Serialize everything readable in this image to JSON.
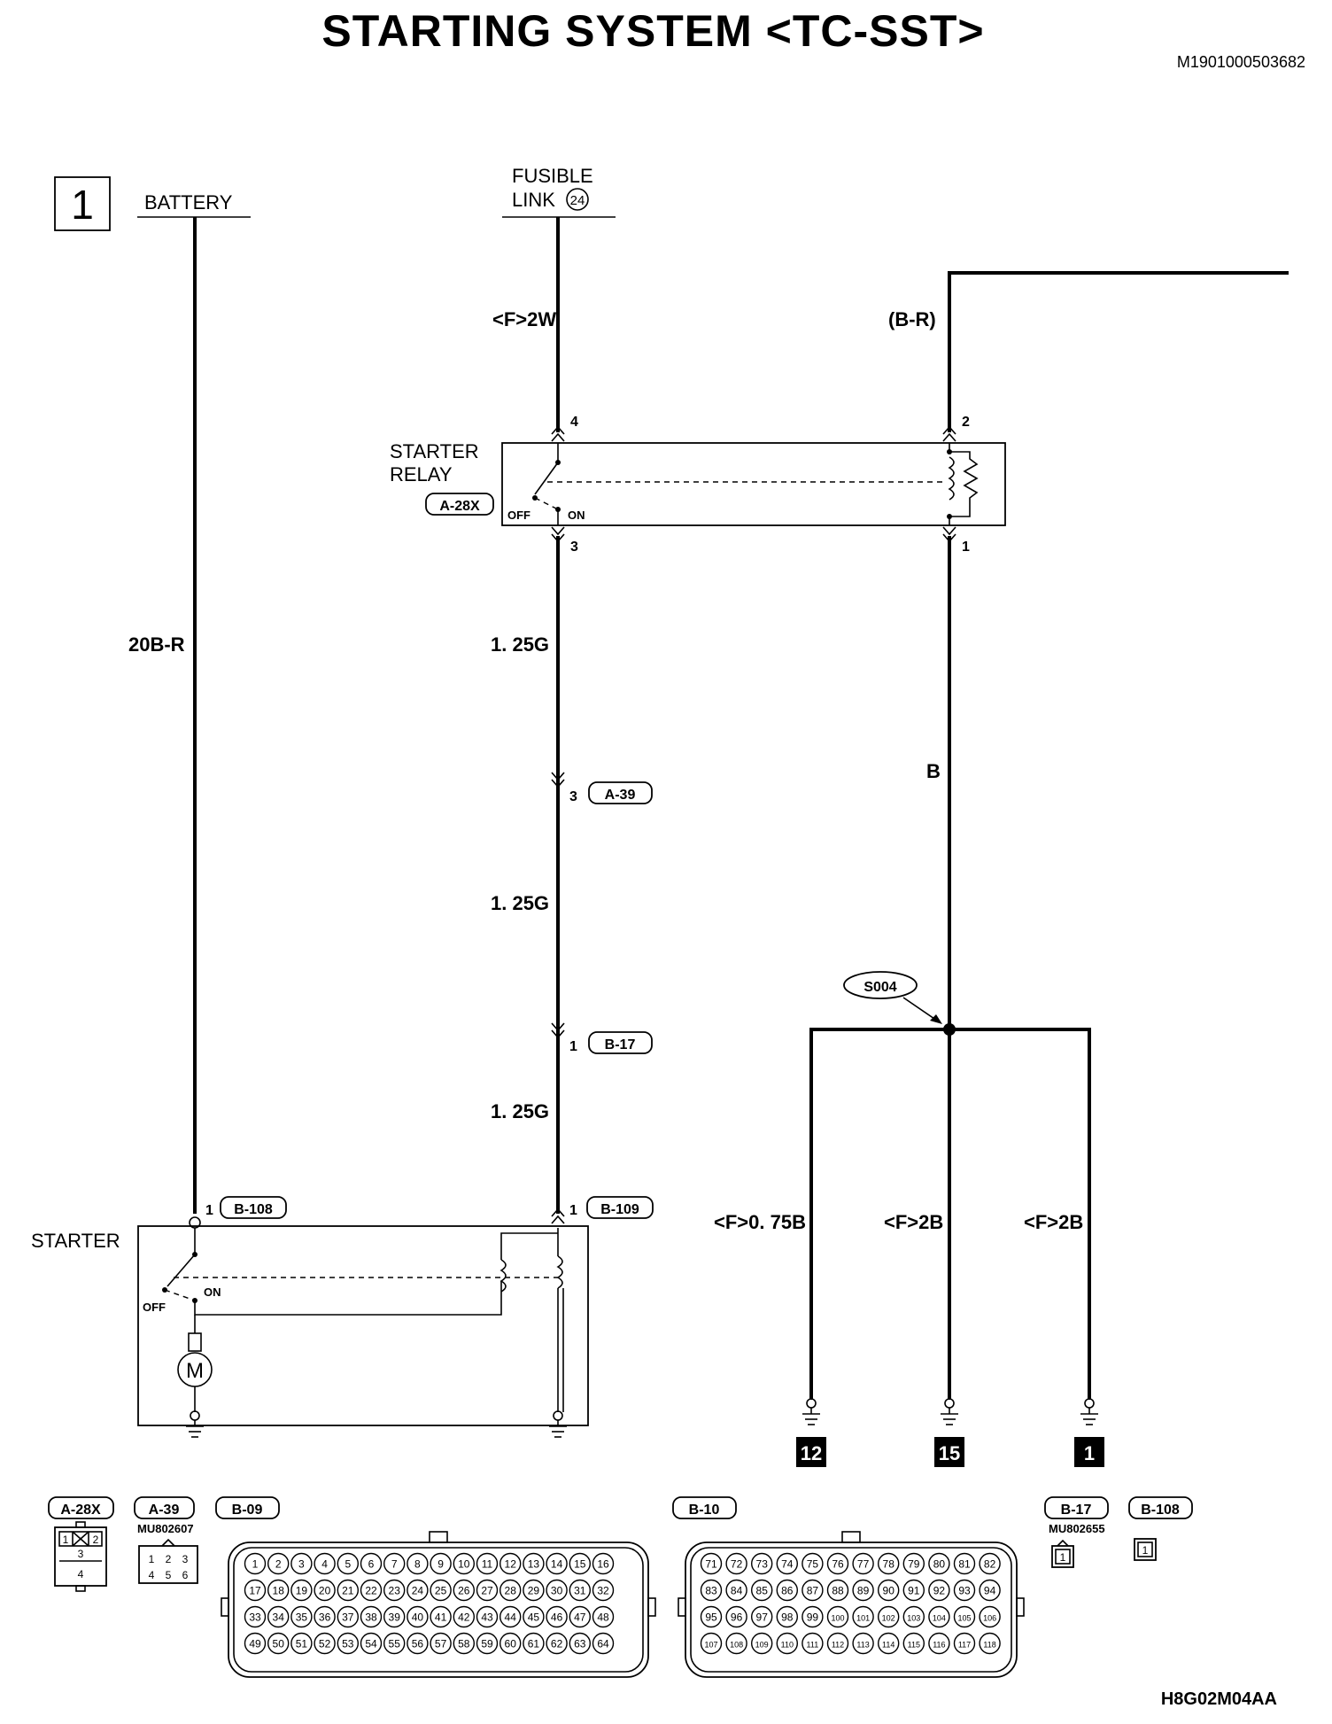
{
  "title": "STARTING SYSTEM <TC-SST>",
  "doc_id": "M1901000503682",
  "figure_id": "H8G02M04AA",
  "sheet_number": "1",
  "sources": {
    "battery": "BATTERY",
    "fusible_link": "FUSIBLE",
    "fusible_link_2": "LINK",
    "fusible_link_num": "24"
  },
  "wires": {
    "w_fusible": "<F>2W",
    "w_relay_feed": "(B-R)",
    "w_battery": "20B-R",
    "w_g1": "1. 25G",
    "w_g2": "1. 25G",
    "w_g3": "1. 25G",
    "w_black": "B",
    "w_gnd1": "<F>0. 75B",
    "w_gnd2": "<F>2B",
    "w_gnd3": "<F>2B"
  },
  "components": {
    "relay_line1": "STARTER",
    "relay_line2": "RELAY",
    "relay_conn": "A-28X",
    "relay_off": "OFF",
    "relay_on": "ON",
    "starter": "STARTER",
    "starter_off": "OFF",
    "starter_on": "ON",
    "motor": "M",
    "splice": "S004"
  },
  "pins": {
    "relay_4": "4",
    "relay_2": "2",
    "relay_3": "3",
    "relay_1": "1",
    "a39_pin": "3",
    "a39": "A-39",
    "b17_pin": "1",
    "b17": "B-17",
    "b108_pin": "1",
    "b108": "B-108",
    "b109_pin": "1",
    "b109": "B-109"
  },
  "grounds": [
    "12",
    "15",
    "1"
  ],
  "connectors": {
    "a28x": "A-28X",
    "a39": "A-39",
    "a39_part": "MU802607",
    "b09": "B-09",
    "b10": "B-10",
    "b17": "B-17",
    "b17_part": "MU802655",
    "b108": "B-108",
    "a28x_pins": [
      "1",
      "2",
      "3",
      "4"
    ],
    "a39_pins": [
      "1",
      "2",
      "3",
      "4",
      "5",
      "6"
    ],
    "b17_pins": [
      "1"
    ],
    "b108_pins": [
      "1"
    ],
    "b09_pins_start": 1,
    "b09_pins_end": 64,
    "b10_pins_start": 71,
    "b10_pins_end": 118
  }
}
